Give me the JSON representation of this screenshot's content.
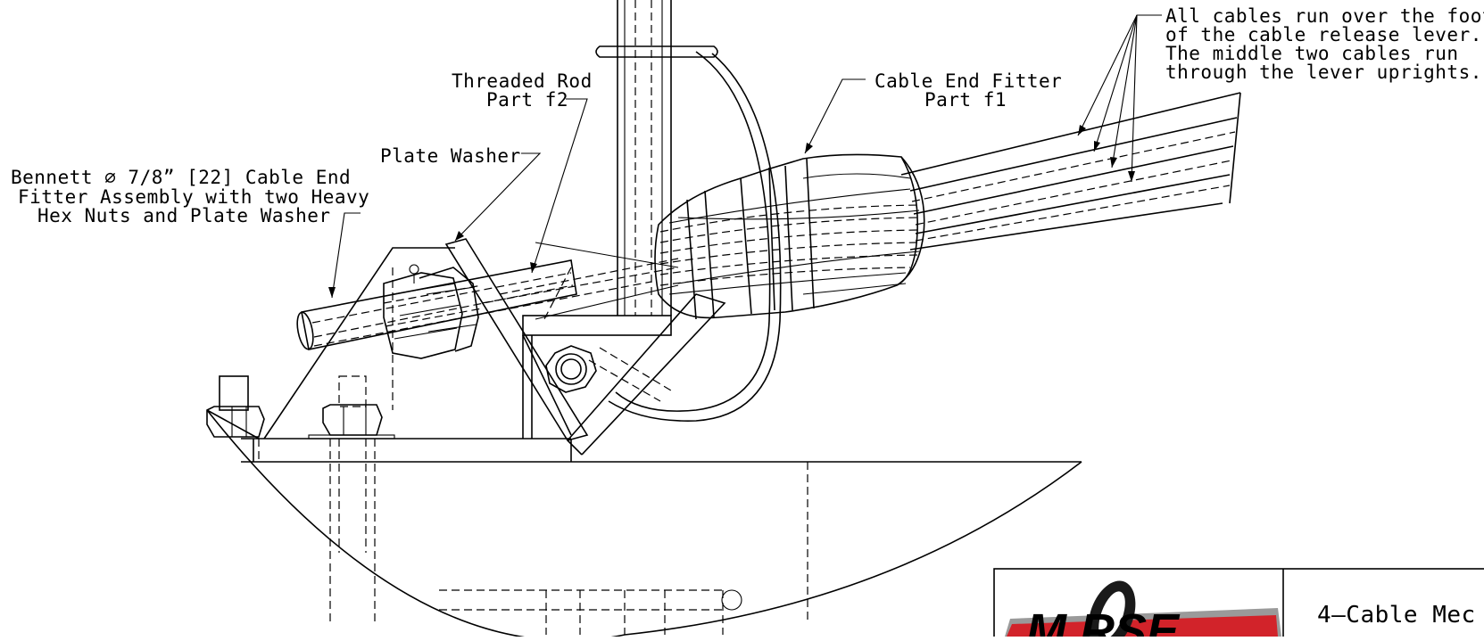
{
  "drawing": {
    "labels": {
      "cable_end_assembly": [
        "Bennett ∅ 7/8” [22] Cable End",
        "Fitter Assembly with two Heavy",
        "Hex Nuts and Plate Washer"
      ],
      "plate_washer": [
        "Plate Washer"
      ],
      "threaded_rod": [
        "Threaded Rod",
        "Part f2"
      ],
      "cable_end_fitter": [
        "Cable End Fitter",
        "Part f1"
      ],
      "cables_note": [
        "All cables run over the foot",
        "of the cable release lever.",
        "The middle two cables run",
        "through the lever uprights."
      ]
    },
    "title_block": {
      "title": "4–Cable Mec",
      "logo_text": "M  RSE",
      "logo_colors": {
        "red": "#d2232a",
        "silver": "#9a9a9a",
        "dark": "#1a1a1a"
      }
    }
  }
}
